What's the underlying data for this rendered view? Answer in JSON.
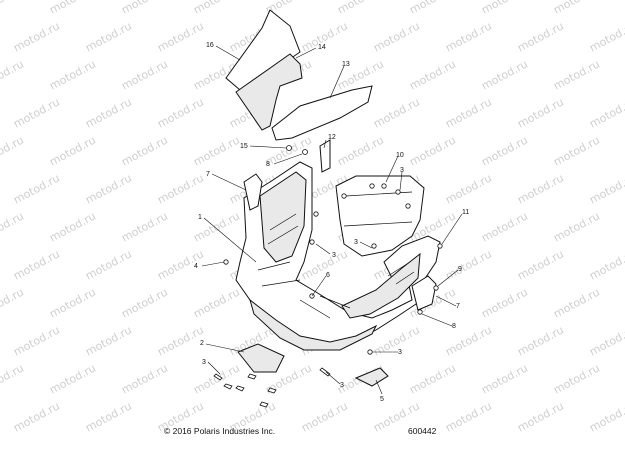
{
  "watermark": "motod.ru",
  "copyright": "© 2016 Polaris Industries Inc.",
  "figure_number": "600442",
  "callouts": [
    "16",
    "14",
    "13",
    "15",
    "12",
    "8",
    "10",
    "7",
    "3",
    "1",
    "11",
    "4",
    "9",
    "6",
    "2",
    "5"
  ]
}
